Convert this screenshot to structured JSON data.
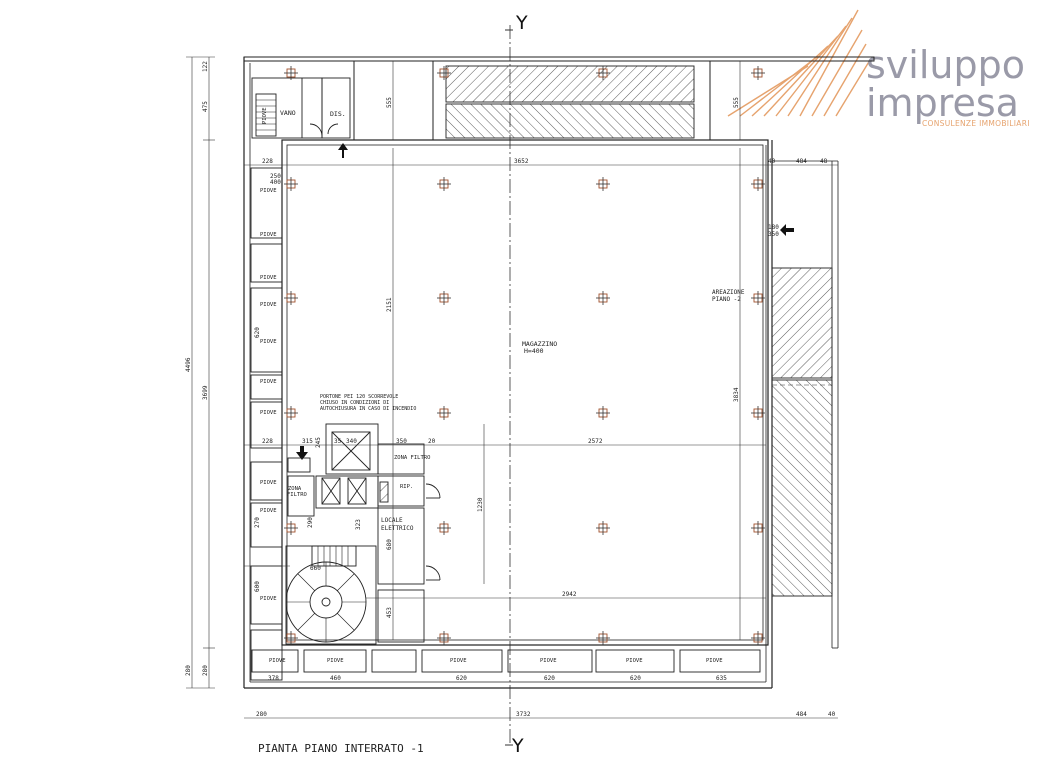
{
  "logo": {
    "line1": "sviluppo",
    "line2": "impresa",
    "tagline": "CONSULENZE IMMOBILIARI",
    "colors": {
      "text": "#9a9aa8",
      "accent": "#e6a36e"
    }
  },
  "axis": {
    "top": "Y",
    "bottom": "Y"
  },
  "caption": "PIANTA PIANO INTERRATO -1",
  "rooms": {
    "vano": "VANO",
    "dis": "DIS.",
    "magazzino_line1": "MAGAZZINO",
    "magazzino_line2": "H=400",
    "zona_filtro_right": "ZONA FILTRO",
    "zona_filtro_left_1": "ZONA",
    "zona_filtro_left_2": "FILTRO",
    "rip": "RIP.",
    "locale_elettrico_1": "LOCALE",
    "locale_elettrico_2": "ELETTRICO",
    "areazione_1": "AREAZIONE",
    "areazione_2": "PIANO -2",
    "portone_1": "PORTONE PEI 120 SCORREVOLE",
    "portone_2": "CHIUSO IN CONDIZIONI DI",
    "portone_3": "AUTOCHIUSURA IN CASO DI INCENDIO",
    "piove_label": "PIOVE"
  },
  "dimensions": {
    "total_height": "4496",
    "height_2": "3699",
    "d475": "475",
    "d122": "122",
    "d280_left_a": "280",
    "d280_left_b": "280",
    "top_3652": "3652",
    "top_40": "40",
    "top_484": "484",
    "top_48": "48",
    "top_228": "228",
    "mid_228": "228",
    "mid_315": "315",
    "mid_245": "245",
    "mid_35": "35",
    "mid_340": "340",
    "mid_350": "350",
    "mid_20": "20",
    "mid_2572": "2572",
    "d2151": "2151",
    "d3834": "3834",
    "d1230": "1230",
    "d2942": "2942",
    "d555_a": "555",
    "d555_b": "555",
    "d680": "680",
    "d323": "323",
    "d290": "290",
    "d453": "453",
    "d660": "660",
    "d600": "600",
    "d270": "270",
    "d620": "620",
    "d250": "250",
    "d400": "400",
    "d180": "180",
    "d350b": "350",
    "bottom_280": "280",
    "bottom_3732": "3732",
    "bottom_484": "484",
    "bottom_40": "40",
    "b_378": "378",
    "b_460": "460",
    "b_620a": "620",
    "b_620b": "620",
    "b_620c": "620",
    "b_635": "635"
  }
}
